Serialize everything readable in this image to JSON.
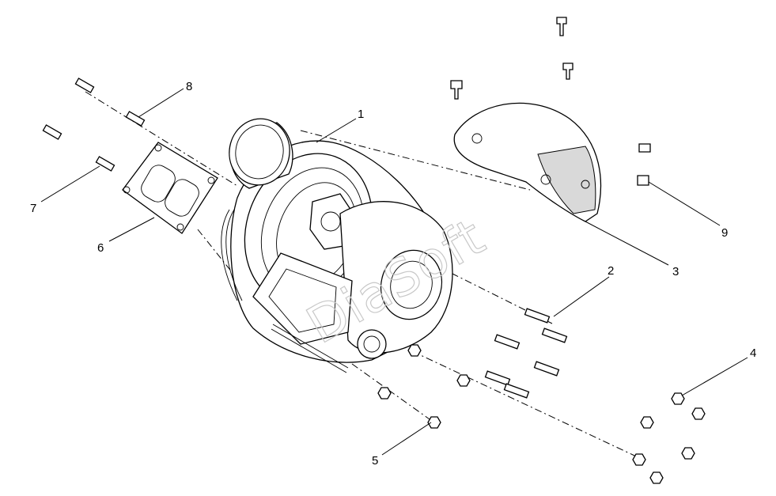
{
  "diagram": {
    "watermark": "DiaSoft",
    "callouts": [
      {
        "id": "1",
        "label": "1"
      },
      {
        "id": "2",
        "label": "2"
      },
      {
        "id": "3",
        "label": "3"
      },
      {
        "id": "4",
        "label": "4"
      },
      {
        "id": "5",
        "label": "5"
      },
      {
        "id": "6",
        "label": "6"
      },
      {
        "id": "7",
        "label": "7"
      },
      {
        "id": "8",
        "label": "8"
      },
      {
        "id": "9",
        "label": "9"
      }
    ]
  }
}
